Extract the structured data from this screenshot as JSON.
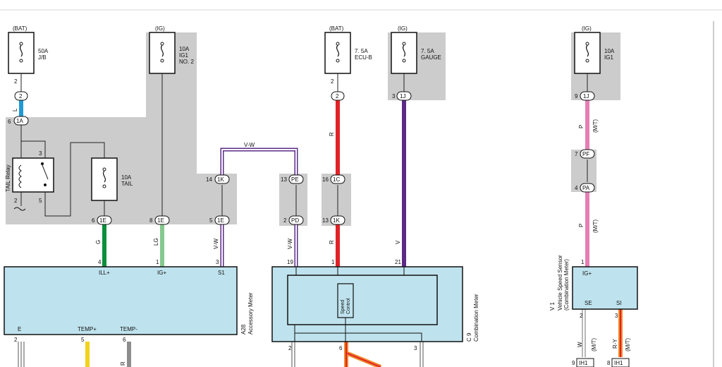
{
  "sources": {
    "bat_left": "(BAT)",
    "ig_mid": "(IG)",
    "bat_right": "(BAT)",
    "ig_right": "(IG)",
    "ig_far": "(IG)"
  },
  "fuses": {
    "jb_amp": "50A",
    "jb_name": "J/B",
    "ig1no2_amp": "10A",
    "ig1no2_name1": "IG1",
    "ig1no2_name2": "NO. 2",
    "ecub_amp": "7. 5A",
    "ecub_name": "ECU-B",
    "gauge_amp": "7. 5A",
    "gauge_name": "GAUGE",
    "ig1_amp": "10A",
    "ig1_name": "IG1",
    "tail_amp": "10A",
    "tail_name": "TAIL"
  },
  "connectors": {
    "c2a": "2",
    "c2b": "2",
    "c1a": "1A",
    "c1j_a": "1J",
    "c1j_b": "1J",
    "c1k_a": "1K",
    "c1k_b": "1K",
    "c1c": "1C",
    "cpe": "PE",
    "cpd": "PD",
    "cpf": "PF",
    "cpa": "PA",
    "c1e_a": "1E",
    "c1e_b": "1E",
    "c1e_c": "1E",
    "cih1_a": "IH1",
    "cih1_b": "IH1"
  },
  "pins": {
    "p2a": "2",
    "p6": "6",
    "p3r": "3",
    "p2r": "2",
    "p5r": "5",
    "p14": "14",
    "p13a": "13",
    "p16": "16",
    "p2b": "2",
    "p3c": "3",
    "p9": "9",
    "p7": "7",
    "p4": "4",
    "p6e": "6",
    "p8e": "8",
    "p5e": "5",
    "p2pd": "2",
    "p13b": "13",
    "p4i": "4",
    "p1i": "1",
    "p3i": "3",
    "p19": "19",
    "p1c": "1",
    "p21": "21",
    "p1v": "1",
    "p2e": "2",
    "p5t": "5",
    "p6t": "6",
    "p2m": "2",
    "p6m": "6",
    "p3m": "3",
    "p2v": "2",
    "p3v": "3",
    "p9ih": "9",
    "p8ih": "8"
  },
  "relay": {
    "label": "TAIL Relay"
  },
  "wires": {
    "l": "L",
    "vw_top": "V-W",
    "r_top": "R",
    "p_top": "P",
    "mt_top": "(M/T)",
    "g": "G",
    "lg": "LG",
    "vw_a": "V-W",
    "vw_b": "V-W",
    "r_bot": "R",
    "v": "V",
    "p_bot": "P",
    "mt_bot": "(M/T)",
    "w": "W",
    "mt_w": "(M/T)",
    "ry": "R-Y",
    "mt_ry": "(M/T)",
    "r_edge": "R"
  },
  "meters": {
    "acc_ill": "ILL+",
    "acc_ig": "IG+",
    "acc_s1": "S1",
    "acc_e": "E",
    "acc_tempp": "TEMP+",
    "acc_tempm": "TEMP-",
    "acc_code": "A28",
    "acc_name": "Accessory Meter",
    "comb_code": "C 9",
    "comb_name": "Combination Meter",
    "speed1": "Speed",
    "speed2": "Control"
  },
  "sensor": {
    "ig": "IG+",
    "se": "SE",
    "si": "SI",
    "code": "V 1",
    "name1": "Vehicle Speed Sensor",
    "name2": "(Combination Meter)"
  },
  "colors": {
    "blue": "#1e9ad6",
    "red": "#e02228",
    "violet": "#5b2a86",
    "pink": "#e47fb4",
    "green": "#0a8f3c",
    "lightgreen": "#86c98e",
    "yellow": "#f2d21b",
    "gray": "#8d8d8d",
    "orange": "#f08a2a"
  }
}
